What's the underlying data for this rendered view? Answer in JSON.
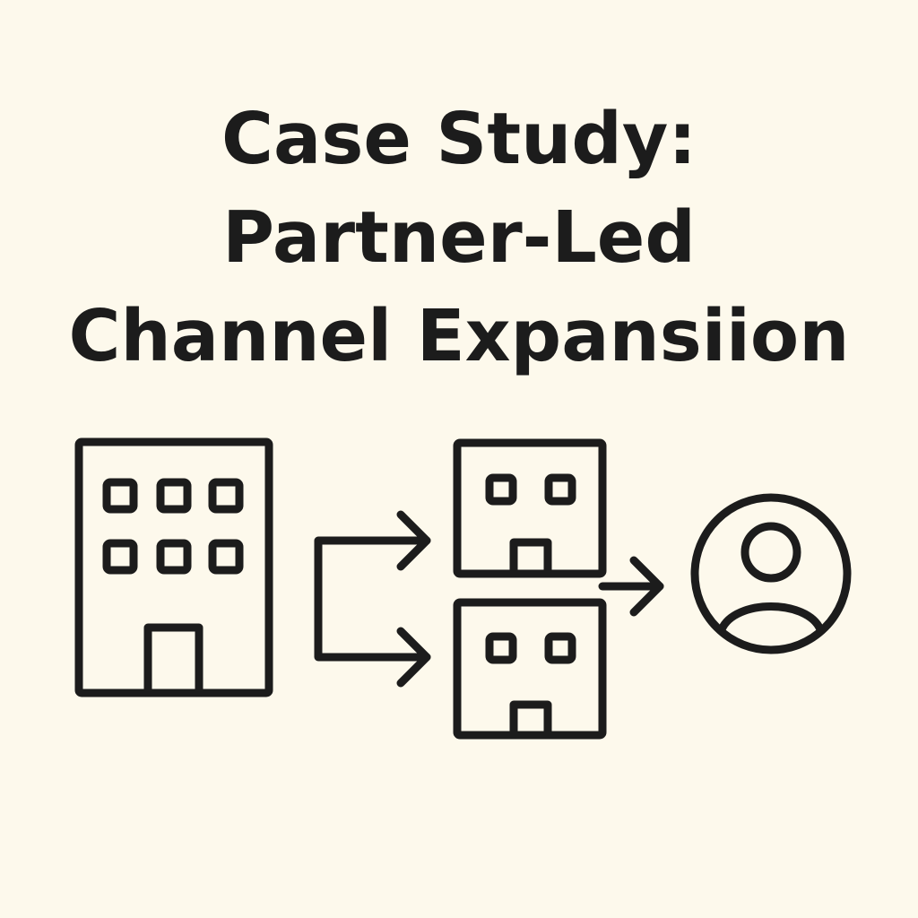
{
  "title": {
    "lines": [
      "Case Study:",
      "Partner-Led",
      "Channel Expansiion"
    ]
  },
  "diagram": {
    "nodes": [
      {
        "name": "company-building-icon",
        "icon": "office-building"
      },
      {
        "name": "partner-building-icon",
        "icon": "small-building"
      },
      {
        "name": "partner-building-icon",
        "icon": "small-building"
      },
      {
        "name": "customer-user-icon",
        "icon": "user-circle"
      }
    ],
    "stroke_color": "#1c1c1c",
    "background_color": "#fdf9ec"
  }
}
